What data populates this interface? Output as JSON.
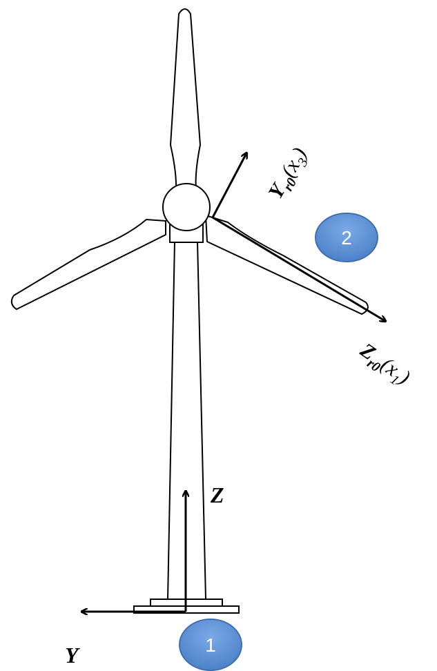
{
  "frame_1": {
    "badge": "1",
    "axis_z": "Z",
    "axis_y": "Y"
  },
  "frame_2": {
    "badge": "2",
    "y_axis": {
      "main": "Y",
      "sub": "r0",
      "paren_open": "(",
      "var": "x",
      "var_sub": "3",
      "paren_close": ")"
    },
    "z_axis": {
      "main": "Z",
      "sub": "r0",
      "paren_open": "(",
      "var": "x",
      "var_sub": "1",
      "paren_close": ")"
    }
  },
  "colors": {
    "badge_fill": "#5b8fd3",
    "badge_stroke": "#3f6fb0",
    "line": "#000000"
  }
}
